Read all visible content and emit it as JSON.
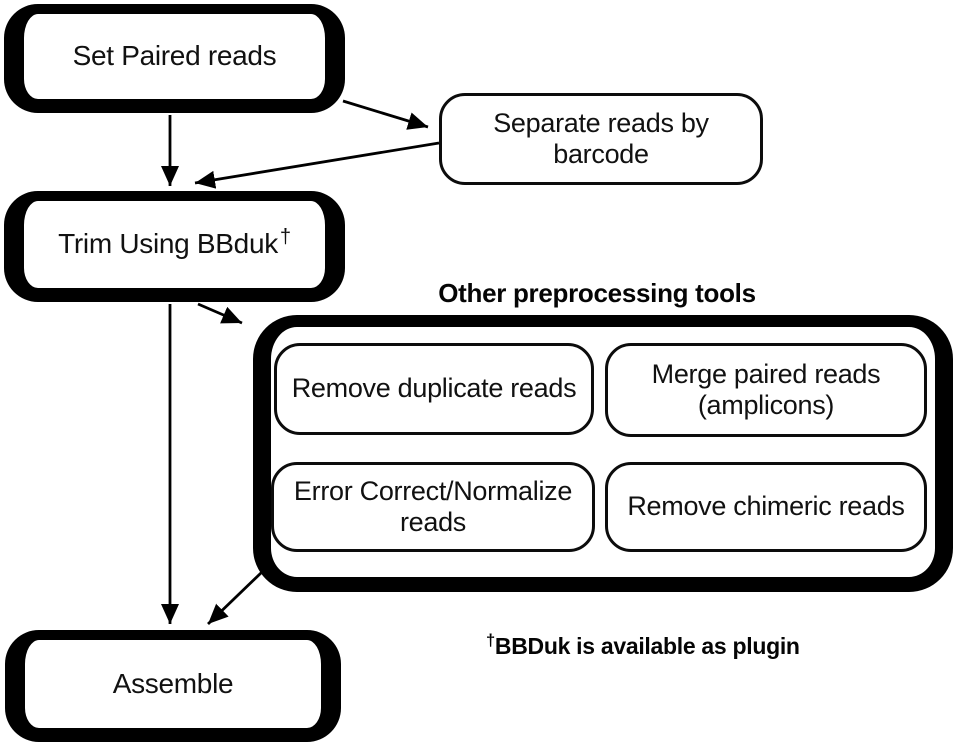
{
  "diagram": {
    "colors": {
      "ink": "#000000",
      "background": "#ffffff"
    },
    "nodes": {
      "set_paired_reads": {
        "label": "Set Paired reads"
      },
      "separate_by_barcode": {
        "label_lines": [
          "Separate reads by",
          "barcode"
        ]
      },
      "trim_bbduk": {
        "label": "Trim Using BBduk",
        "superscript": "†"
      },
      "assemble": {
        "label": "Assemble"
      }
    },
    "preprocessing_group": {
      "title": "Other preprocessing tools",
      "tools": [
        {
          "label": "Remove duplicate reads"
        },
        {
          "label_lines": [
            "Merge paired reads",
            "(amplicons)"
          ]
        },
        {
          "label_lines": [
            "Error Correct/Normalize",
            "reads"
          ]
        },
        {
          "label": "Remove chimeric reads"
        }
      ]
    },
    "footnote": {
      "superscript": "†",
      "text": "BBDuk is available as plugin"
    },
    "edges": [
      {
        "from": "set_paired_reads",
        "to": "trim_bbduk",
        "style": "arrow"
      },
      {
        "from": "set_paired_reads",
        "to": "separate_by_barcode",
        "style": "arrow"
      },
      {
        "from": "separate_by_barcode",
        "to": "trim_bbduk",
        "style": "arrow"
      },
      {
        "from": "trim_bbduk",
        "to": "preprocessing_group",
        "style": "arrow"
      },
      {
        "from": "trim_bbduk",
        "to": "assemble",
        "style": "arrow"
      },
      {
        "from": "preprocessing_group",
        "to": "assemble",
        "style": "arrow"
      }
    ]
  }
}
